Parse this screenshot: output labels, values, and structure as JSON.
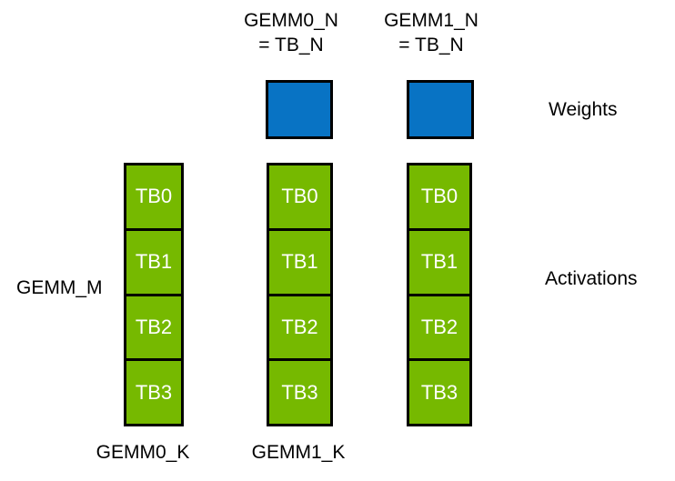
{
  "labels": {
    "gemm0_n": {
      "line1": "GEMM0_N",
      "line2": "= TB_N"
    },
    "gemm1_n": {
      "line1": "GEMM1_N",
      "line2": "= TB_N"
    },
    "weights": "Weights",
    "activations": "Activations",
    "gemm_m": "GEMM_M",
    "gemm0_k": "GEMM0_K",
    "gemm1_k": "GEMM1_K"
  },
  "weights_blocks": [
    {
      "name": "gemm0-weight"
    },
    {
      "name": "gemm1-weight"
    }
  ],
  "columns": [
    {
      "name": "activation-column-1",
      "cells": [
        "TB0",
        "TB1",
        "TB2",
        "TB3"
      ]
    },
    {
      "name": "activation-column-2",
      "cells": [
        "TB0",
        "TB1",
        "TB2",
        "TB3"
      ]
    },
    {
      "name": "activation-column-3",
      "cells": [
        "TB0",
        "TB1",
        "TB2",
        "TB3"
      ]
    }
  ],
  "colors": {
    "activation_green": "#76B900",
    "weight_blue": "#0873C4",
    "border_black": "#000000",
    "cell_text_white": "#FFFFFF",
    "background": "#FFFFFF"
  }
}
